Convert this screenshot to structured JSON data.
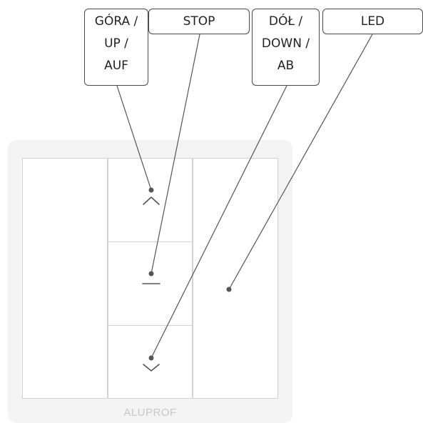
{
  "callouts": {
    "up": [
      "GÓRA /",
      "UP /",
      "AUF"
    ],
    "stop": [
      "STOP"
    ],
    "down": [
      "DÓŁ /",
      "DOWN /",
      "AB"
    ],
    "led": [
      "LED"
    ]
  },
  "brand": "ALUPROF",
  "colors": {
    "leader_line": "#555555",
    "plate": "#f3f3f3",
    "button_border": "#d2d2d2"
  }
}
